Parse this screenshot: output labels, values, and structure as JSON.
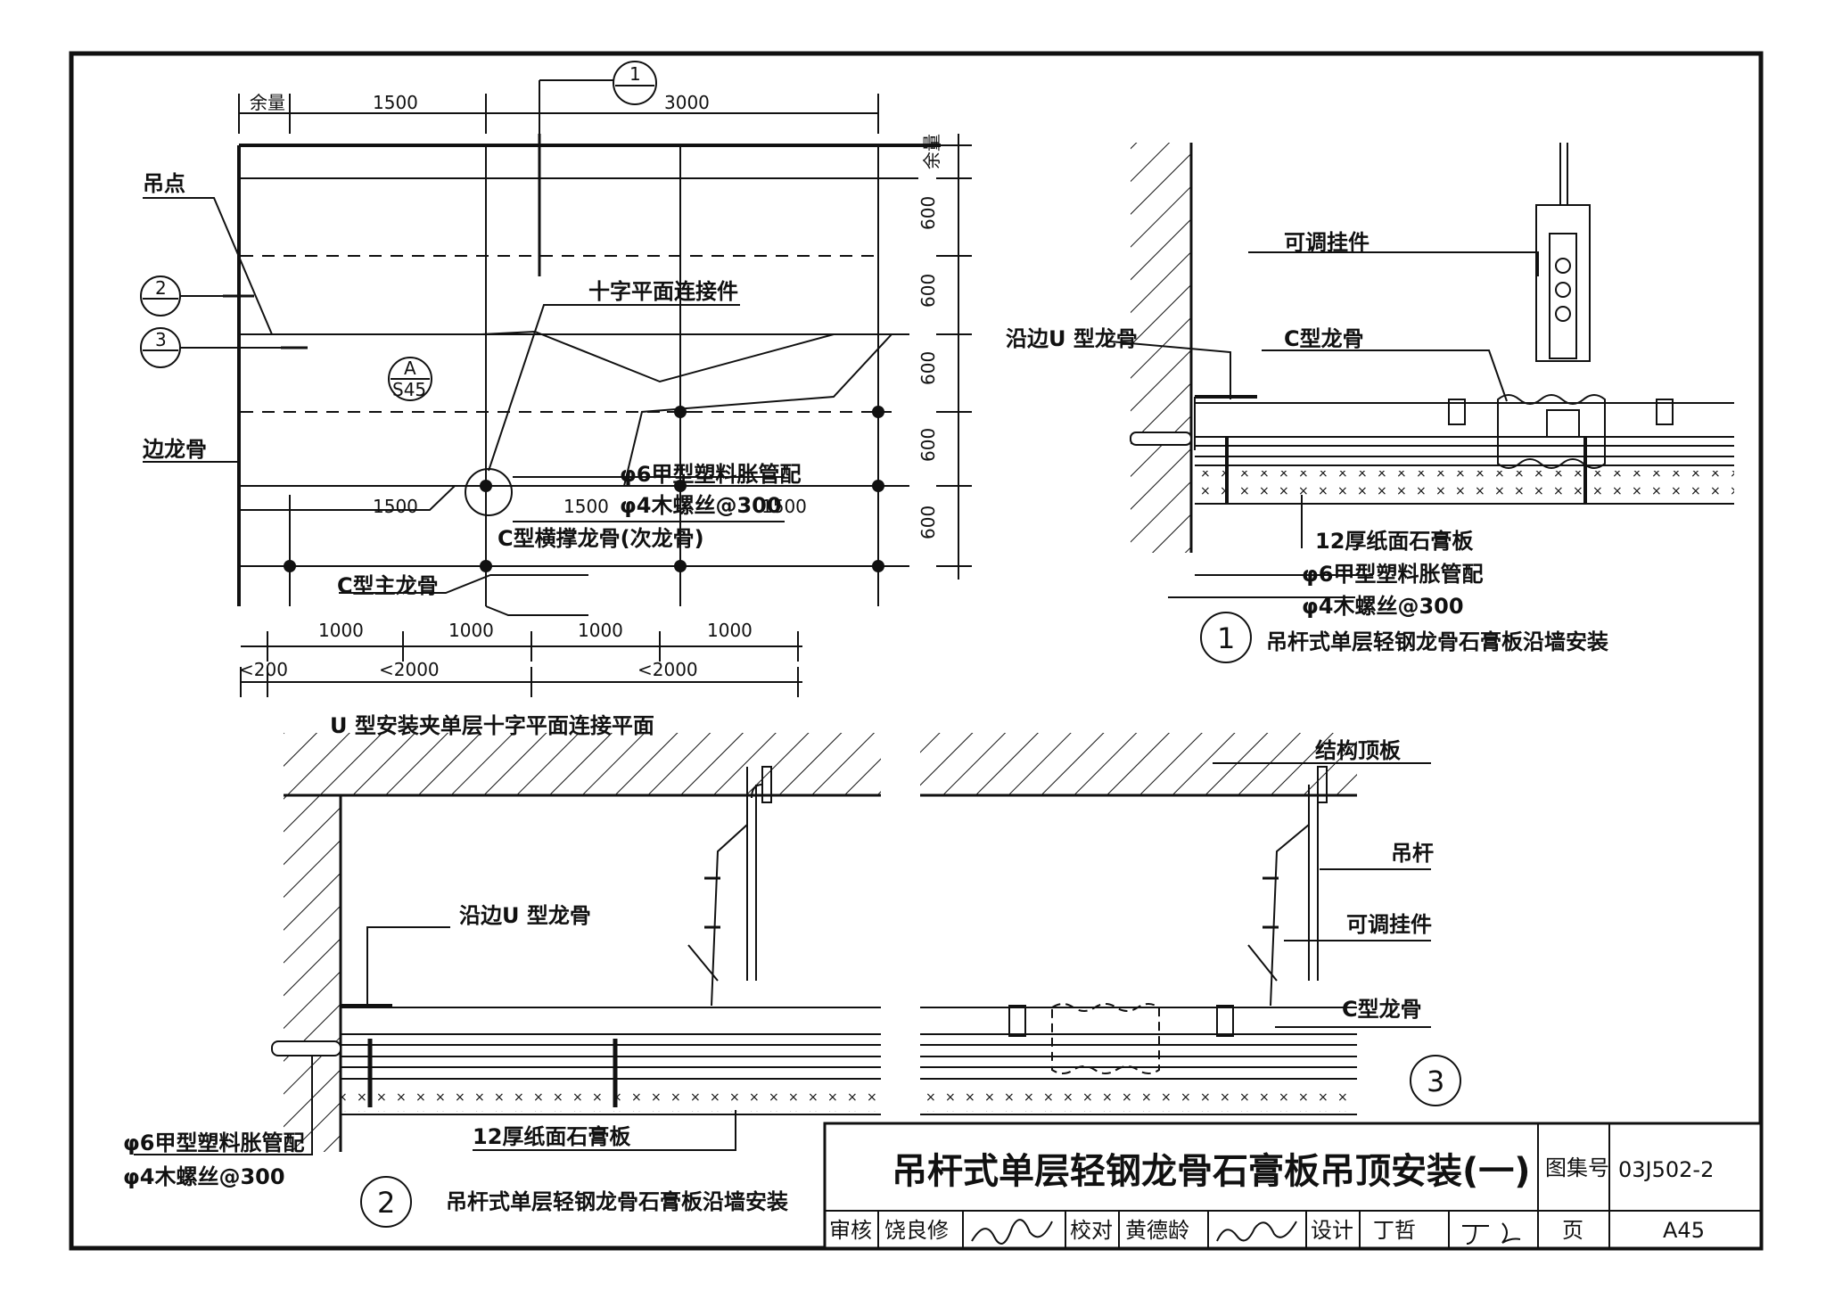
{
  "plan": {
    "dims_top": [
      "余量",
      "1500",
      "3000"
    ],
    "dims_right": [
      "余量",
      "600",
      "600",
      "600",
      "600",
      "600"
    ],
    "dims_inner": [
      "1500",
      "1500",
      "1500"
    ],
    "dims_bottom_1": [
      "1000",
      "1000",
      "1000",
      "1000"
    ],
    "dims_bottom_2": [
      "<200",
      "<2000",
      "<2000"
    ],
    "labels": {
      "hanging_point": "吊点",
      "edge_keel": "边龙骨",
      "cross_connector": "十字平面连接件",
      "anchor": "φ6甲型塑料胀管配",
      "screw": "φ4木螺丝@300",
      "c_cross": "C型横撑龙骨(次龙骨)",
      "c_main": "C型主龙骨"
    },
    "callouts": {
      "c1": "1",
      "c2": "2",
      "c3": "3",
      "sa_top": "A",
      "sa_bottom": "S45"
    },
    "caption": "U 型安装夹单层十字平面连接平面"
  },
  "detail1": {
    "labels": {
      "adjustable_hanger": "可调挂件",
      "edge_u": "沿边U 型龙骨",
      "c_keel": "C型龙骨",
      "gypsum": "12厚纸面石膏板",
      "anchor": "φ6甲型塑料胀管配",
      "screw": "φ4木螺丝@300"
    },
    "num": "1",
    "title": "吊杆式单层轻钢龙骨石膏板沿墙安装"
  },
  "detail2": {
    "labels": {
      "edge_u": "沿边U 型龙骨",
      "gypsum": "12厚纸面石膏板",
      "anchor": "φ6甲型塑料胀管配",
      "screw": "φ4木螺丝@300"
    },
    "num": "2",
    "title": "吊杆式单层轻钢龙骨石膏板沿墙安装"
  },
  "detail3": {
    "labels": {
      "slab": "结构顶板",
      "rod": "吊杆",
      "adjustable_hanger": "可调挂件",
      "c_keel": "C型龙骨"
    },
    "num": "3"
  },
  "title_block": {
    "title": "吊杆式单层轻钢龙骨石膏板吊顶安装(一)",
    "atlas_label": "图集号",
    "atlas_no": "03J502-2",
    "review_label": "审核",
    "review_name": "饶良修",
    "check_label": "校对",
    "check_name": "黄德龄",
    "design_label": "设计",
    "design_name": "丁哲",
    "page_label": "页",
    "page_no": "A45"
  }
}
